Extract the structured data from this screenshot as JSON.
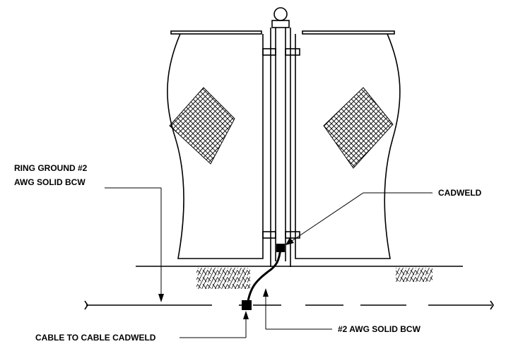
{
  "labels": {
    "ring_ground_line1": "RING GROUND #2",
    "ring_ground_line2": "AWG SOLID BCW",
    "cadweld": "CADWELD",
    "cable_to_cable": "CABLE TO CABLE CADWELD",
    "awg_solid_bcw": "#2 AWG SOLID BCW"
  },
  "colors": {
    "ink": "#000000",
    "background": "#ffffff"
  }
}
